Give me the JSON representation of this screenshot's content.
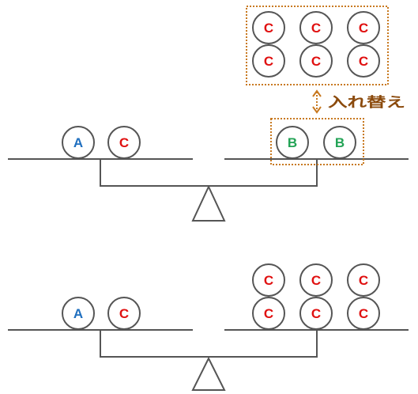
{
  "colors": {
    "line": "#555555",
    "ball_stroke": "#555555",
    "dashed_box": "#c87920",
    "swap_text": "#8b4a0c",
    "A": "#1f6fbf",
    "B": "#22a355",
    "C": "#e01010"
  },
  "swap_label": "入れ替え",
  "scale_top": {
    "left_pan": [
      "A",
      "C"
    ],
    "right_pan": [
      "B",
      "B"
    ],
    "replacement_group": [
      "C",
      "C",
      "C",
      "C",
      "C",
      "C"
    ]
  },
  "scale_bottom": {
    "left_pan": [
      "A",
      "C"
    ],
    "right_pan": [
      "C",
      "C",
      "C",
      "C",
      "C",
      "C"
    ]
  }
}
